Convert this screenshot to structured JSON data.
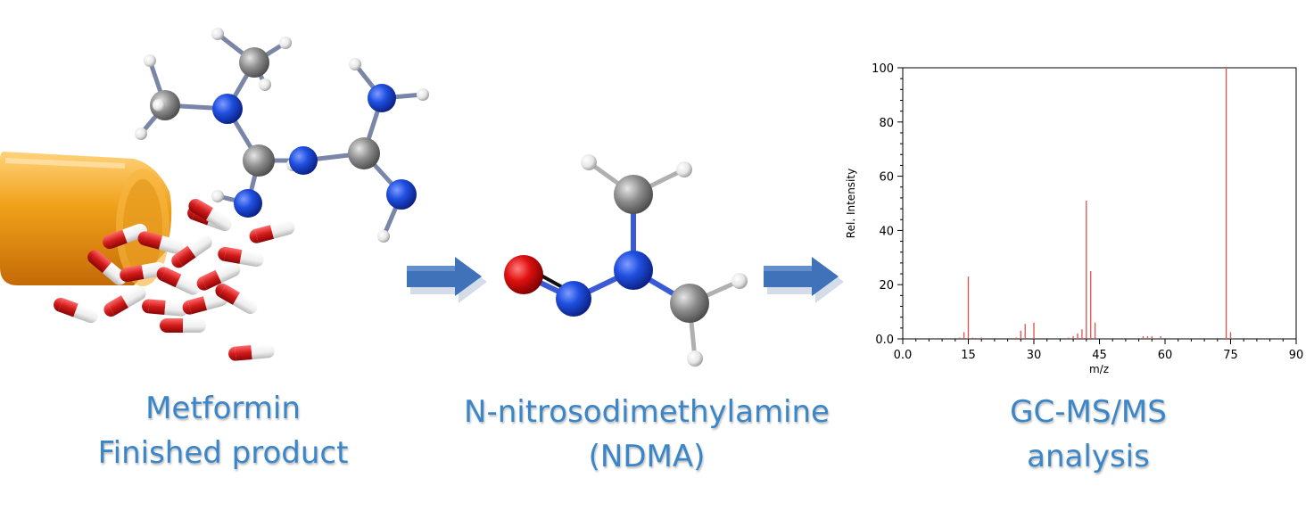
{
  "captions": {
    "metformin_line1": "Metformin",
    "metformin_line2": "Finished product",
    "ndma_line1": "N-nitrosodimethylamine",
    "ndma_line2": "(NDMA)",
    "gcms_line1": "GC-MS/MS",
    "gcms_line2": "analysis"
  },
  "colors": {
    "caption": "#3a86c8",
    "arrow": "#3f72b8",
    "nitrogen": "#1f4fe0",
    "carbon": "#8c8c8c",
    "oxygen": "#e01010",
    "hydrogen": "#f0f0f0",
    "bottle": "#f0a21a",
    "capsule_red": "#d11a1a",
    "spectrum_line": "#d9534f"
  },
  "chart_data": {
    "type": "bar",
    "title": "",
    "xlabel": "m/z",
    "ylabel": "Rel. Intensity",
    "xlim": [
      0,
      90
    ],
    "ylim": [
      0,
      100
    ],
    "xticks": [
      "0.0",
      "15",
      "30",
      "45",
      "60",
      "75",
      "90"
    ],
    "yticks": [
      "0.0",
      "20",
      "40",
      "60",
      "80",
      "100"
    ],
    "grid": false,
    "series": [
      {
        "x": [
          13,
          14,
          15,
          16,
          18,
          26,
          27,
          28,
          30,
          38,
          39,
          40,
          41,
          42,
          43,
          44,
          55,
          56,
          57,
          59,
          74,
          75
        ],
        "values": [
          0.5,
          2.5,
          23,
          0.5,
          0.5,
          0.5,
          3,
          5.5,
          6,
          0.5,
          1,
          2,
          3.5,
          51,
          25,
          6,
          1,
          1,
          1,
          1,
          100,
          2.5
        ]
      }
    ]
  }
}
